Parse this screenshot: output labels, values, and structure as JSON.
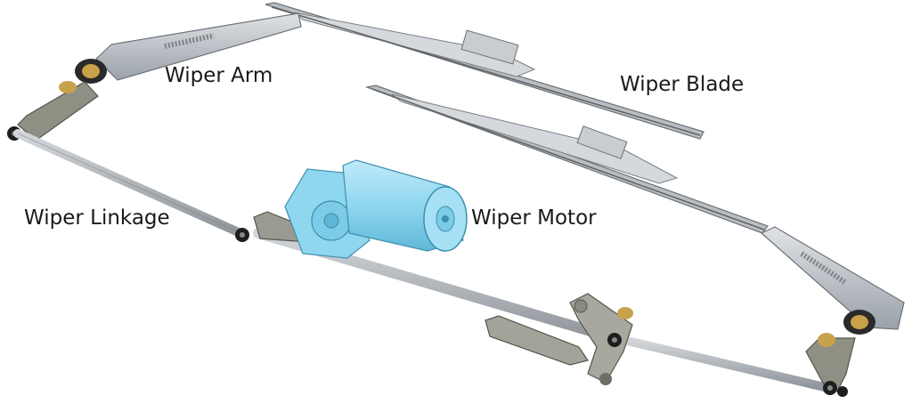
{
  "labels": {
    "wiper_arm": "Wiper Arm",
    "wiper_blade": "Wiper Blade",
    "wiper_linkage": "Wiper Linkage",
    "wiper_motor": "Wiper Motor"
  },
  "colors": {
    "metal": "#9ea3a8",
    "metal_dark": "#4a4e52",
    "rod": "#a7acb2",
    "motor": "#8fd7ef",
    "motor_dark": "#4fa7c8",
    "brass": "#c8a24a",
    "black": "#1e1e1e"
  }
}
